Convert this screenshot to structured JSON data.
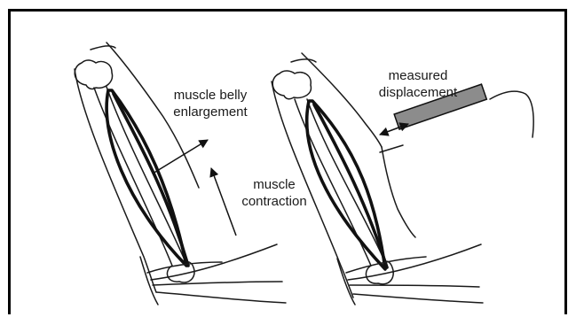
{
  "labels": {
    "muscle_belly_line1": "muscle belly",
    "muscle_belly_line2": "enlargement",
    "contraction_line1": "muscle",
    "contraction_line2": "contraction",
    "displacement_line1": "measured",
    "displacement_line2": "displacement"
  },
  "colors": {
    "line": "#1a1a1a",
    "sensor_body": "#8c8c8c",
    "frame": "#000000"
  }
}
